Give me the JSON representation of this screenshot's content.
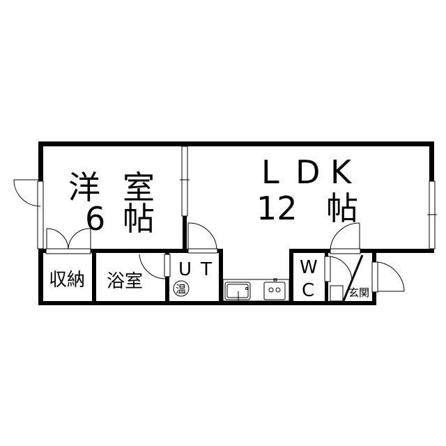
{
  "rooms": {
    "western_room": {
      "name_1": "洋",
      "name_2": "室",
      "size_num": "6",
      "size_unit": "帖"
    },
    "ldk": {
      "l": "L",
      "d": "D",
      "k": "K",
      "size_num": "12",
      "size_unit": "帖"
    },
    "storage": {
      "name": "収納"
    },
    "bathroom": {
      "name": "浴室"
    },
    "utility": {
      "u": "U",
      "t": "T",
      "water_heater": "温"
    },
    "toilet": {
      "w": "W",
      "c": "C"
    },
    "entrance": {
      "name": "玄関"
    }
  }
}
